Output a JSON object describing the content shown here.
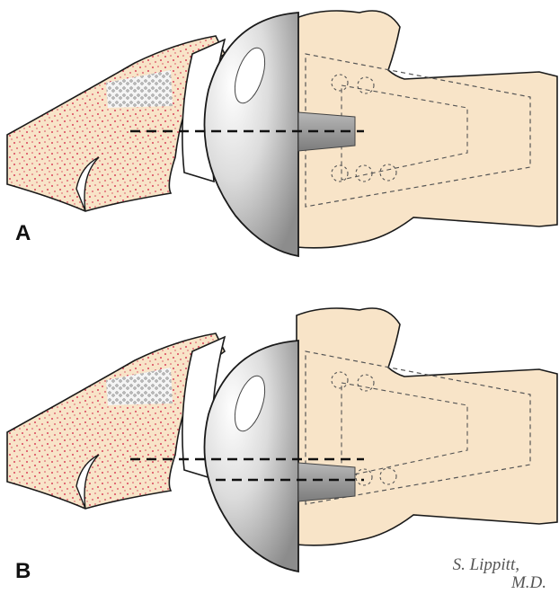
{
  "figure": {
    "panels": [
      {
        "label": "A"
      },
      {
        "label": "B"
      }
    ],
    "signature": {
      "line1": "S. Lippitt,",
      "line2": "M.D."
    },
    "colors": {
      "bone": "#f8e4c8",
      "bone_speckle": "#d9435a",
      "implant_light": "#f2f2f2",
      "implant_dark": "#9a9a9a",
      "outline": "#1a1a1a",
      "dashed_line": "#111111"
    }
  }
}
